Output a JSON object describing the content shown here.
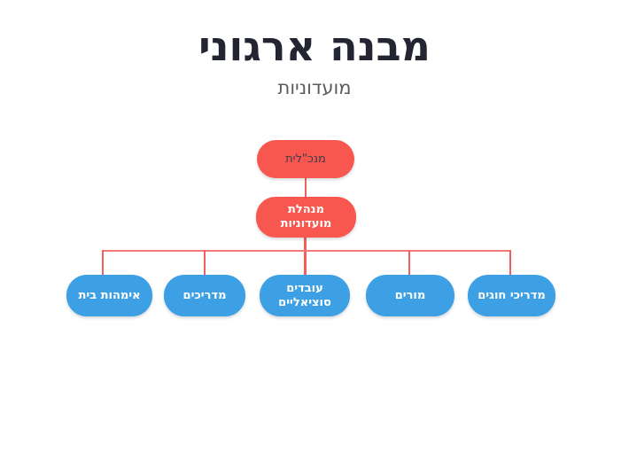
{
  "header": {
    "title": "מבנה ארגוני",
    "subtitle": "מועדוניות"
  },
  "org_chart": {
    "type": "org-tree",
    "direction": "rtl",
    "root": {
      "label": "מנכ\"לית",
      "fill_color": "#f8574f",
      "text_color": "#3f3c4d"
    },
    "manager": {
      "label": "מנהלת מועדוניות",
      "fill_color": "#f8574f",
      "text_color": "#ffffff",
      "reports_to": "מנכ\"לית"
    },
    "departments": [
      {
        "label": "אימהות בית",
        "fill_color": "#3da0e4",
        "text_color": "#ffffff"
      },
      {
        "label": "מדריכים",
        "fill_color": "#3da0e4",
        "text_color": "#ffffff"
      },
      {
        "label": "עובדים סוציאליים",
        "fill_color": "#3da0e4",
        "text_color": "#ffffff"
      },
      {
        "label": "מורים",
        "fill_color": "#3da0e4",
        "text_color": "#ffffff"
      },
      {
        "label": "מדריכי חוגים",
        "fill_color": "#3da0e4",
        "text_color": "#ffffff"
      }
    ],
    "connector_color": "#f2605b",
    "background_color": "#ffffff"
  }
}
